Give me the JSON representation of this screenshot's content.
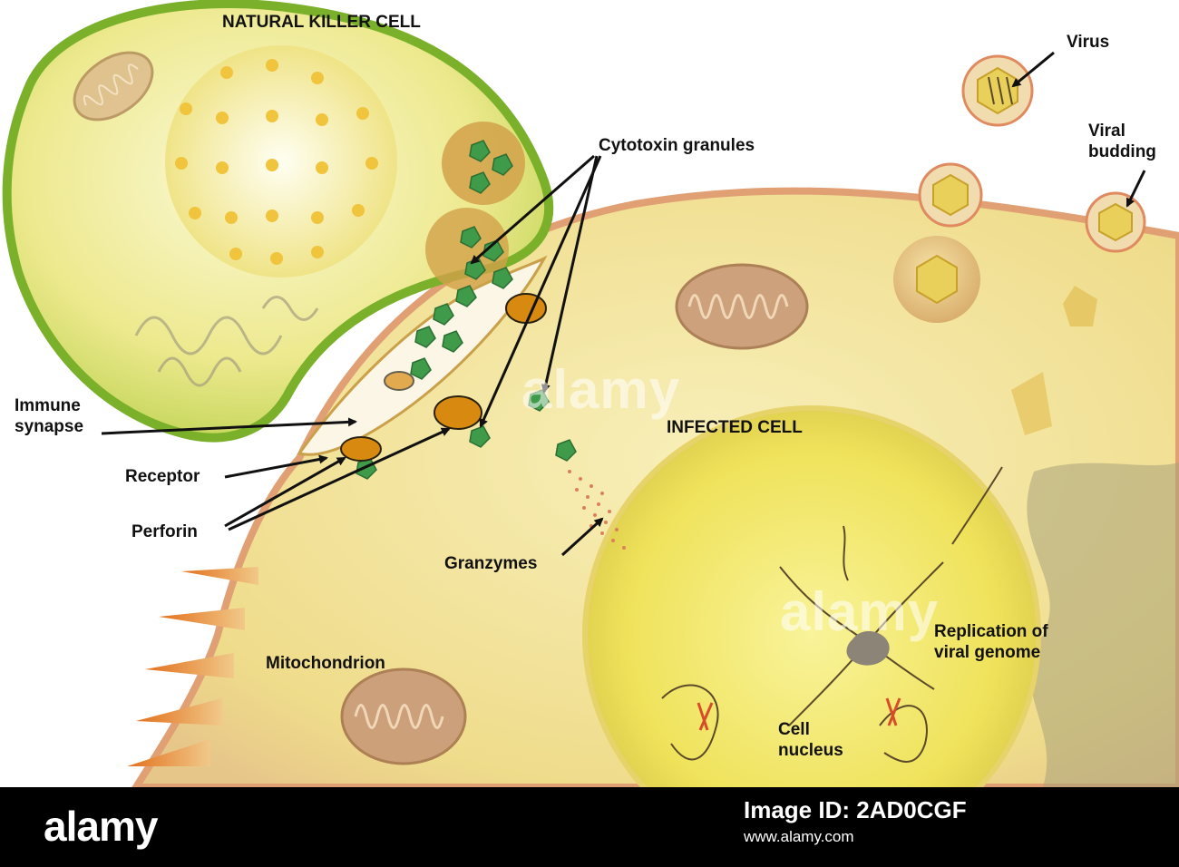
{
  "labels": {
    "natural_killer_cell": "NATURAL KILLER CELL",
    "cytotoxin_granules": "Cytotoxin granules",
    "virus": "Virus",
    "viral_budding": "Viral\nbudding",
    "immune_synapse": "Immune\nsynapse",
    "receptor": "Receptor",
    "perforin": "Perforin",
    "granzymes": "Granzymes",
    "infected_cell": "INFECTED CELL",
    "mitochondrion": "Mitochondrion",
    "replication": "Replication of\nviral genome",
    "cell_nucleus": "Cell\nnucleus"
  },
  "watermark": "alamy",
  "footer": {
    "brand": "alamy",
    "image_id": "Image ID: 2AD0CGF",
    "site": "www.alamy.com"
  },
  "colors": {
    "nk_cell_fill": "#f1ee9c",
    "nk_cell_edge": "#7ab02a",
    "infected_cell_fill": "#f3e49b",
    "infected_cell_edge": "#d98a5a",
    "granule_green": "#3f9a4a",
    "perforin_orange": "#d88a10",
    "nucleus_fill": "#f4e860"
  }
}
